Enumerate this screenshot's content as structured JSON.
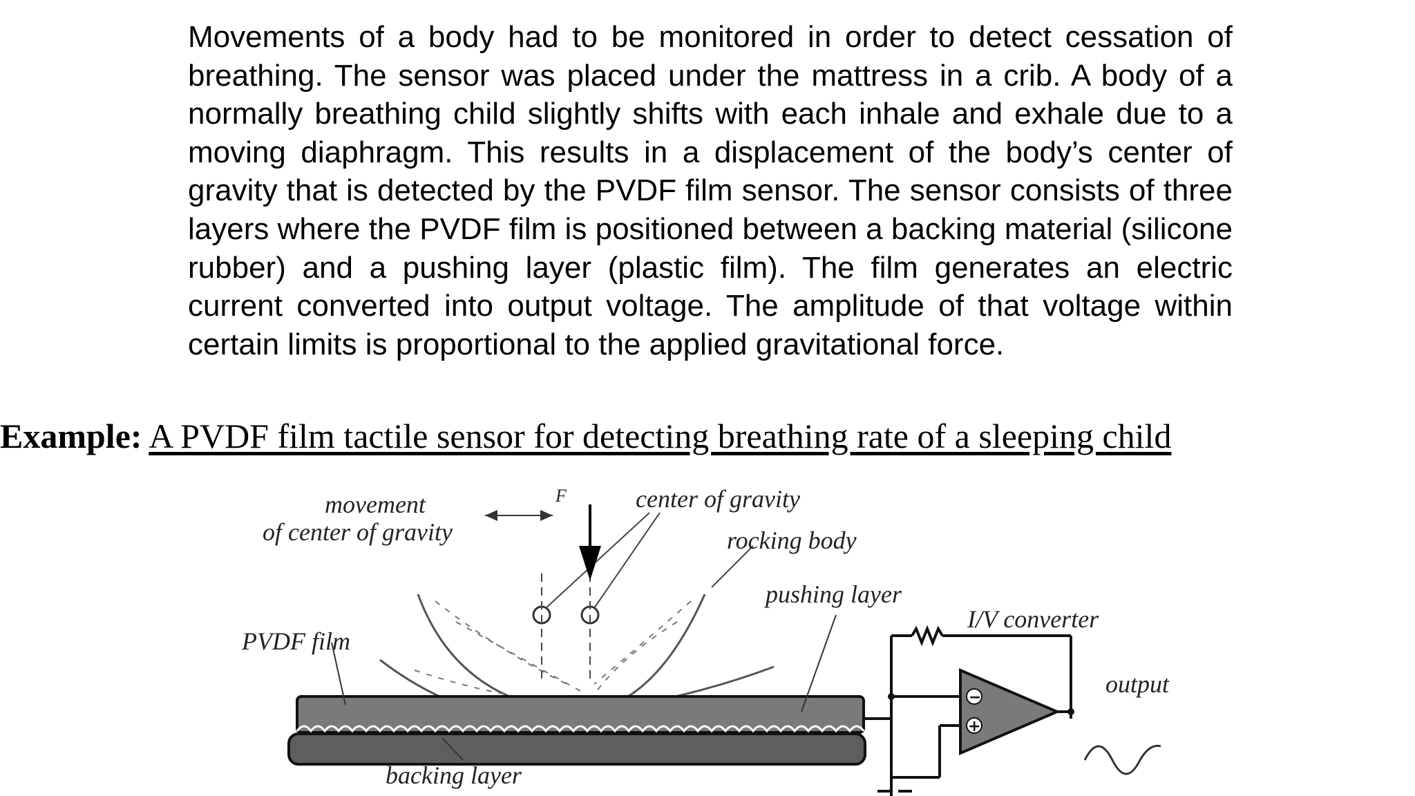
{
  "paragraph": "Movements of a body had to be monitored in order to detect cessation of breathing. The sensor was placed under the mattress in a crib. A body of a normally breathing child slightly shifts with each inhale and exhale due to a moving diaphragm. This results in a displacement of the body’s center of gravity that is detected by the PVDF film sensor. The sensor consists of three layers where the PVDF film is positioned between a backing material (silicone rubber) and a pushing layer (plastic film). The film generates an electric current converted into output voltage. The amplitude of that voltage within certain limits is proportional to the applied gravitational force.",
  "example": {
    "label": "Example:",
    "title": "A PVDF film tactile sensor for detecting breathing rate of a sleeping child"
  },
  "figure": {
    "labels": {
      "movement_line1": "movement",
      "movement_line2": "of center of gravity",
      "force": "F",
      "center_of_gravity": "center of gravity",
      "rocking_body": "rocking body",
      "pushing_layer": "pushing layer",
      "iv_converter": "I/V converter",
      "pvdf_film": "PVDF film",
      "output": "output",
      "backing_layer": "backing layer",
      "minus": "−",
      "plus": "+"
    },
    "colors": {
      "pushing_layer_fill": "#7a7a7a",
      "backing_layer_fill": "#5e5e5e",
      "ink": "#111111"
    }
  }
}
